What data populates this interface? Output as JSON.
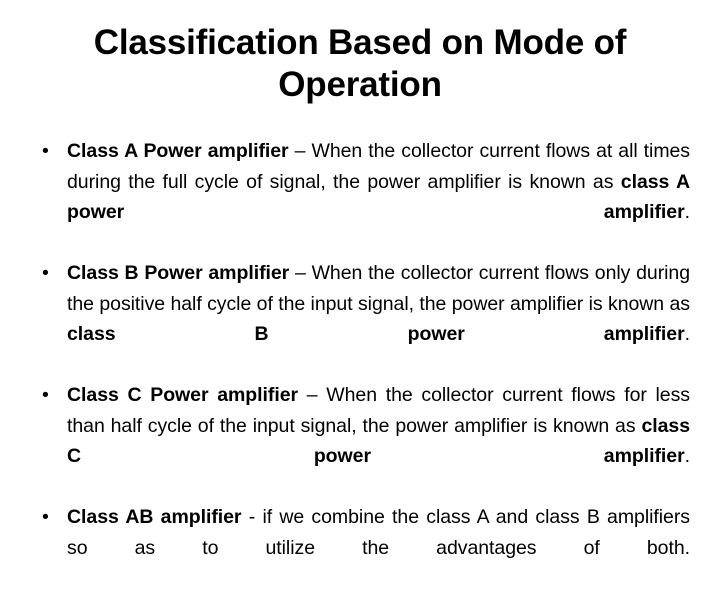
{
  "slide": {
    "background_color": "#ffffff",
    "text_color": "#000000",
    "title": {
      "line1": "Classification Based on Mode of",
      "line2": "Operation",
      "full": "Classification Based on Mode of Operation"
    },
    "bullet_marker": "•",
    "bullets": [
      {
        "id": "class-a",
        "lead": "Class A Power amplifier",
        "dash": " – ",
        "body_1": "When the collector current flows at all times during the full cycle of signal, the power amplifier is known as ",
        "emph": "class A power amplifier",
        "body_2": "."
      },
      {
        "id": "class-b",
        "lead": "Class B Power amplifier",
        "dash": " – ",
        "body_1": "When the collector current flows only during the positive half cycle of the input signal, the power amplifier is known as ",
        "emph": "class B power amplifier",
        "body_2": "."
      },
      {
        "id": "class-c",
        "lead": "Class C Power amplifier",
        "dash": " – ",
        "body_1": "When the collector current flows for less than half cycle of the input signal, the power amplifier is known as ",
        "emph": "class C power amplifier",
        "body_2": "."
      },
      {
        "id": "class-ab",
        "lead": "Class AB amplifier",
        "dash": " - ",
        "body_1": "if we combine the class A and class B amplifiers so as to utilize the advantages of both.",
        "emph": "",
        "body_2": ""
      }
    ]
  }
}
